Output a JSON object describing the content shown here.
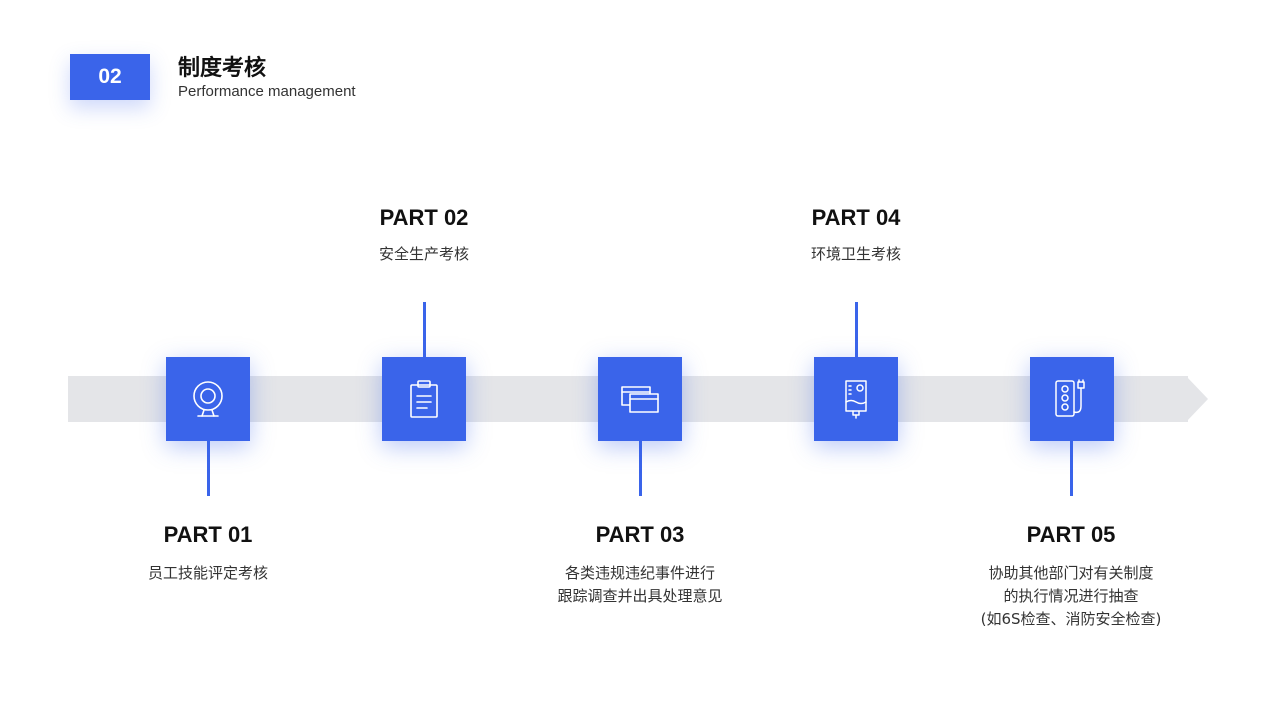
{
  "header": {
    "badge": "02",
    "title": "制度考核",
    "subtitle": "Performance management"
  },
  "colors": {
    "accent": "#3a64ea",
    "track": "#e4e5e8",
    "text": "#111111",
    "muted": "#333333"
  },
  "parts": [
    {
      "title": "PART 01",
      "icon": "webcam-icon",
      "position": "below",
      "desc": [
        "员工技能评定考核"
      ]
    },
    {
      "title": "PART 02",
      "icon": "clipboard-icon",
      "position": "above",
      "desc": [
        "安全生产考核"
      ]
    },
    {
      "title": "PART 03",
      "icon": "windows-icon",
      "position": "below",
      "desc": [
        "各类违规违纪事件进行",
        "跟踪调查并出具处理意见"
      ]
    },
    {
      "title": "PART 04",
      "icon": "dispenser-icon",
      "position": "above",
      "desc": [
        "环境卫生考核"
      ]
    },
    {
      "title": "PART 05",
      "icon": "power-strip-icon",
      "position": "below",
      "desc": [
        "协助其他部门对有关制度",
        "的执行情况进行抽查",
        "(如6S检查、消防安全检查)"
      ]
    }
  ]
}
